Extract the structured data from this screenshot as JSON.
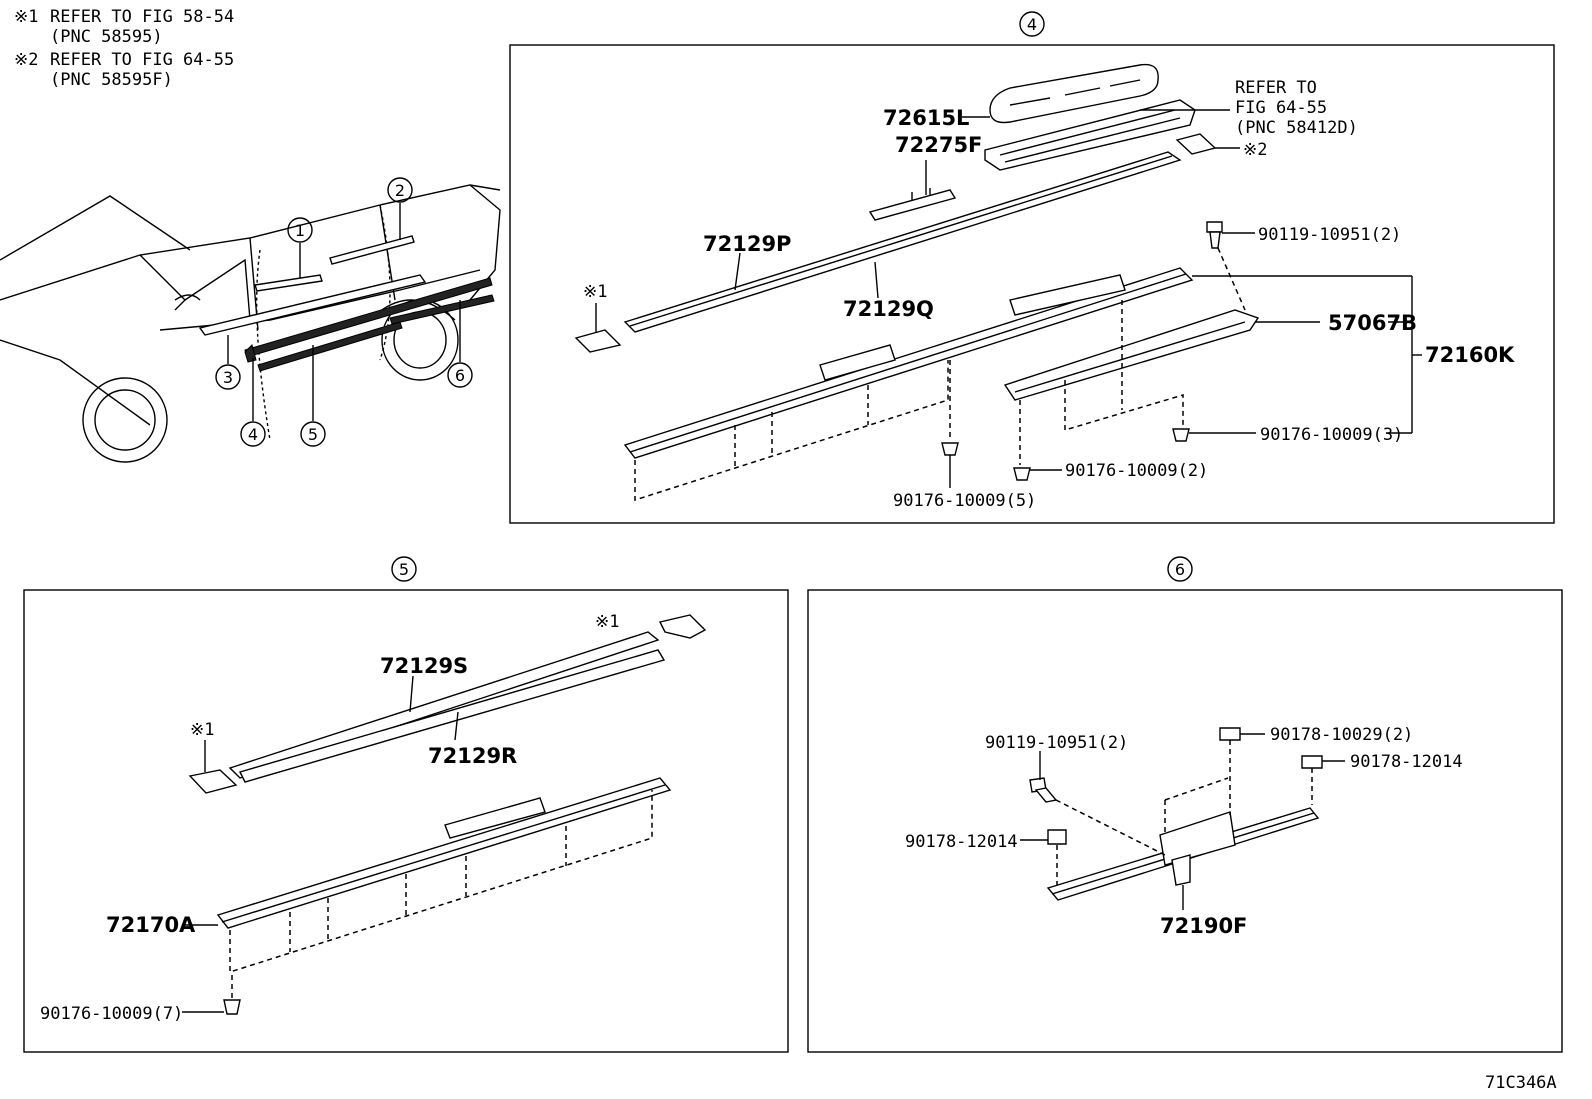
{
  "notes": {
    "n1_mark": "※1",
    "n1_text": "REFER TO FIG 58-54",
    "n1_pnc": "(PNC 58595)",
    "n2_mark": "※2",
    "n2_text": "REFER TO FIG 64-55",
    "n2_pnc": "(PNC 58595F)"
  },
  "overview": {
    "callouts": [
      "1",
      "2",
      "3",
      "4",
      "5",
      "6"
    ]
  },
  "panel4": {
    "header": "4",
    "parts": {
      "p72615L": "72615L",
      "p72275F": "72275F",
      "p72129P": "72129P",
      "p72129Q": "72129Q",
      "p57067B": "57067B",
      "p72160K": "72160K",
      "bolt": "90119-10951(2)",
      "clip3": "90176-10009(3)",
      "clip2": "90176-10009(2)",
      "clip5": "90176-10009(5)",
      "ref_mark1": "※1",
      "ref_mark2": "※2",
      "refer1": "REFER TO",
      "refer2": "FIG 64-55",
      "refer3": "(PNC 58412D)"
    }
  },
  "panel5": {
    "header": "5",
    "parts": {
      "p72129S": "72129S",
      "p72129R": "72129R",
      "p72170A": "72170A",
      "clip7": "90176-10009(7)",
      "ref_a": "※1",
      "ref_b": "※1"
    }
  },
  "panel6": {
    "header": "6",
    "parts": {
      "bolt": "90119-10951(2)",
      "nut2": "90178-10029(2)",
      "nutA": "90178-12014",
      "nutB": "90178-12014",
      "p72190F": "72190F"
    }
  },
  "footer_code": "71C346A"
}
